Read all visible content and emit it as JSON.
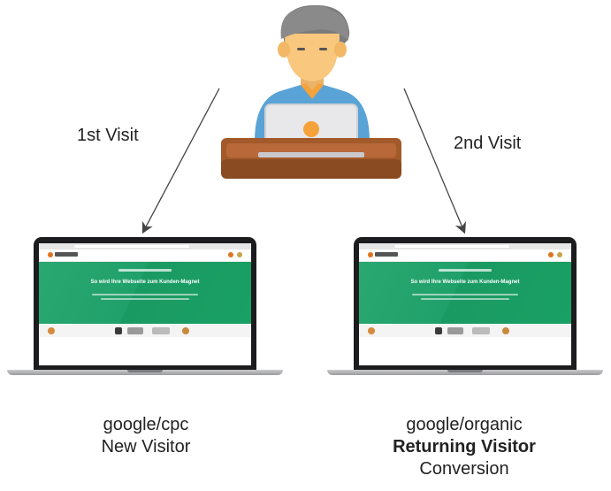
{
  "edges": {
    "first": {
      "label": "1st Visit"
    },
    "second": {
      "label": "2nd Visit"
    }
  },
  "laptops": {
    "left": {
      "hero_title": "So wird Ihre Webseite zum Kunden-Magnet"
    },
    "right": {
      "hero_title": "So wird Ihre Webseite zum Kunden-Magnet"
    }
  },
  "captions": {
    "left": {
      "source": "google/cpc",
      "visitor": "New Visitor"
    },
    "right": {
      "source": "google/organic",
      "visitor": "Returning Visitor",
      "outcome": "Conversion"
    }
  },
  "colors": {
    "hero_green": "#1fa068",
    "person_shirt": "#5aa3d6",
    "person_skin": "#f9c77d",
    "person_hair": "#7b7b7b",
    "desk": "#a35a2b",
    "arrow": "#444444"
  }
}
